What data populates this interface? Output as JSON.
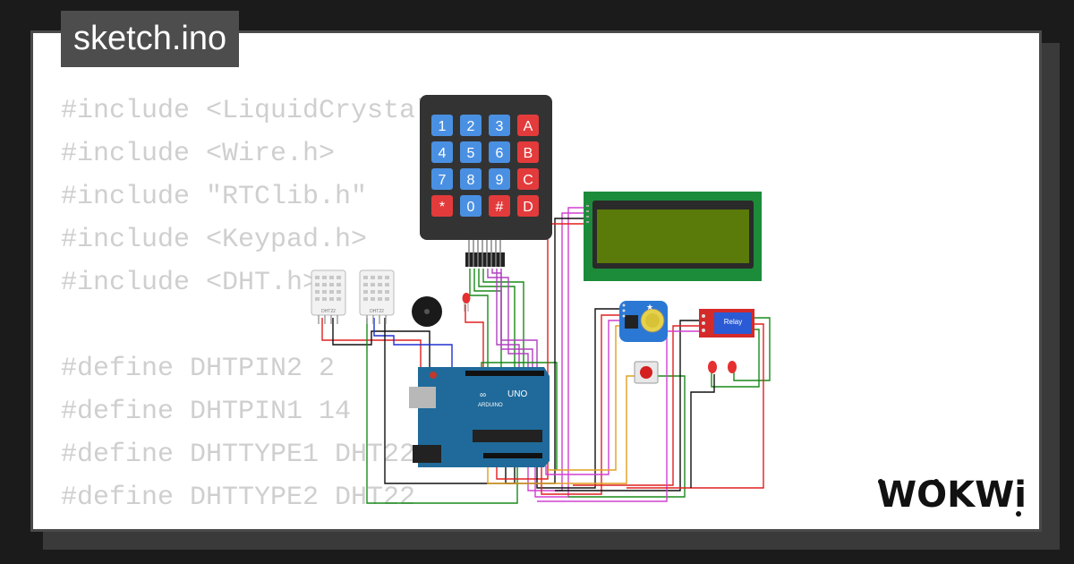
{
  "tab": {
    "filename": "sketch.ino"
  },
  "code": {
    "lines": [
      "#include <LiquidCrystal_I2C.h>",
      "#include <Wire.h>",
      "#include \"RTClib.h\"",
      "#include <Keypad.h>",
      "#include <DHT.h>",
      "",
      "#define DHTPIN2 2",
      "#define DHTPIN1 14",
      "#define DHTTYPE1 DHT22",
      "#define DHTTYPE2 DHT22"
    ]
  },
  "keypad": {
    "keys": [
      "1",
      "2",
      "3",
      "A",
      "4",
      "5",
      "6",
      "B",
      "7",
      "8",
      "9",
      "C",
      "*",
      "0",
      "#",
      "D"
    ],
    "colors": {
      "digit": "#4a90e2",
      "letter": "#e33b3b",
      "body": "#333333"
    }
  },
  "arduino": {
    "model": "UNO",
    "brand": "ARDUINO",
    "color": "#1f6a9a"
  },
  "lcd": {
    "color": "#1c8c3a",
    "screen": "#5a7a0a"
  },
  "relay": {
    "label": "Relay"
  },
  "sensors": {
    "dht_label": "DHT22"
  },
  "logo": {
    "text": "WOKWi"
  },
  "colors": {
    "card_bg": "#ffffff",
    "page_bg": "#1b1b1b",
    "code_text": "#cfcfcf",
    "tab_bg": "#4d4d4d"
  }
}
